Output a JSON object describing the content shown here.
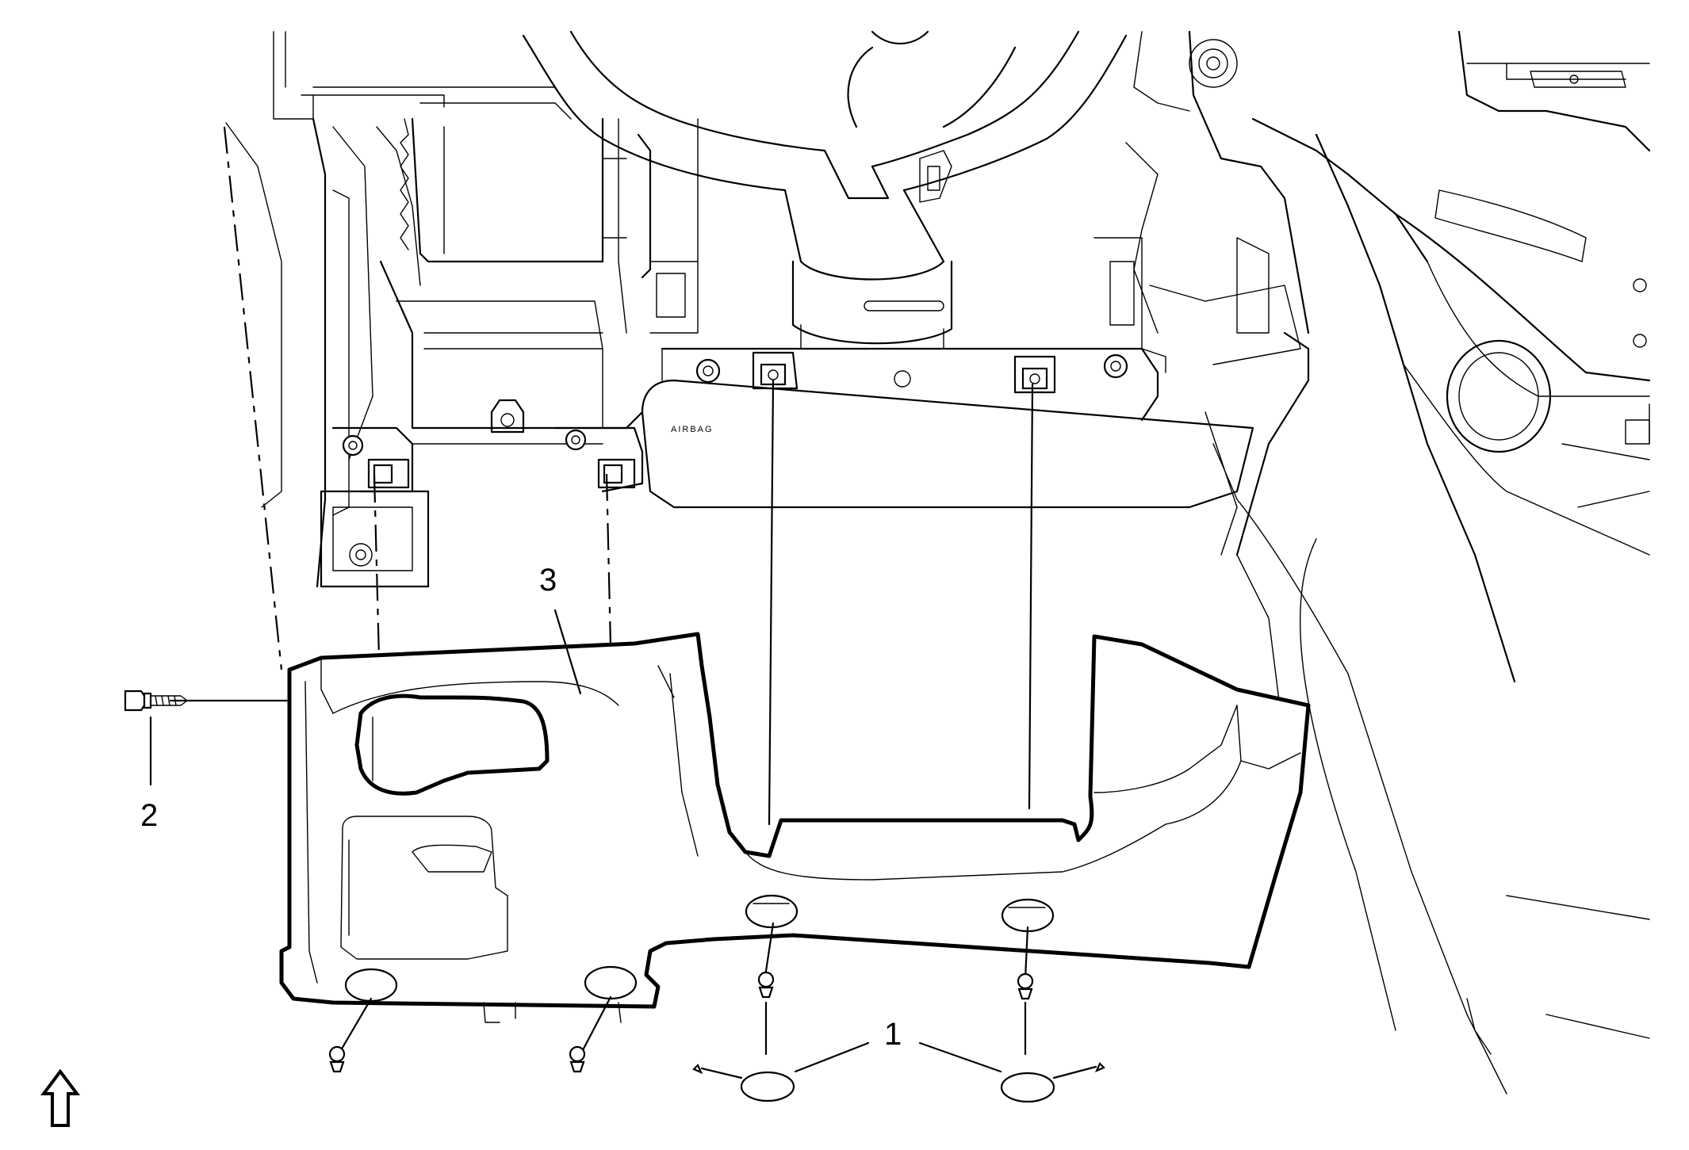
{
  "callouts": {
    "c1": "1",
    "c2": "2",
    "c3": "3"
  },
  "airbag_label": "AIRBAG",
  "orientation": {
    "arrow_icon": "up-arrow-icon"
  }
}
